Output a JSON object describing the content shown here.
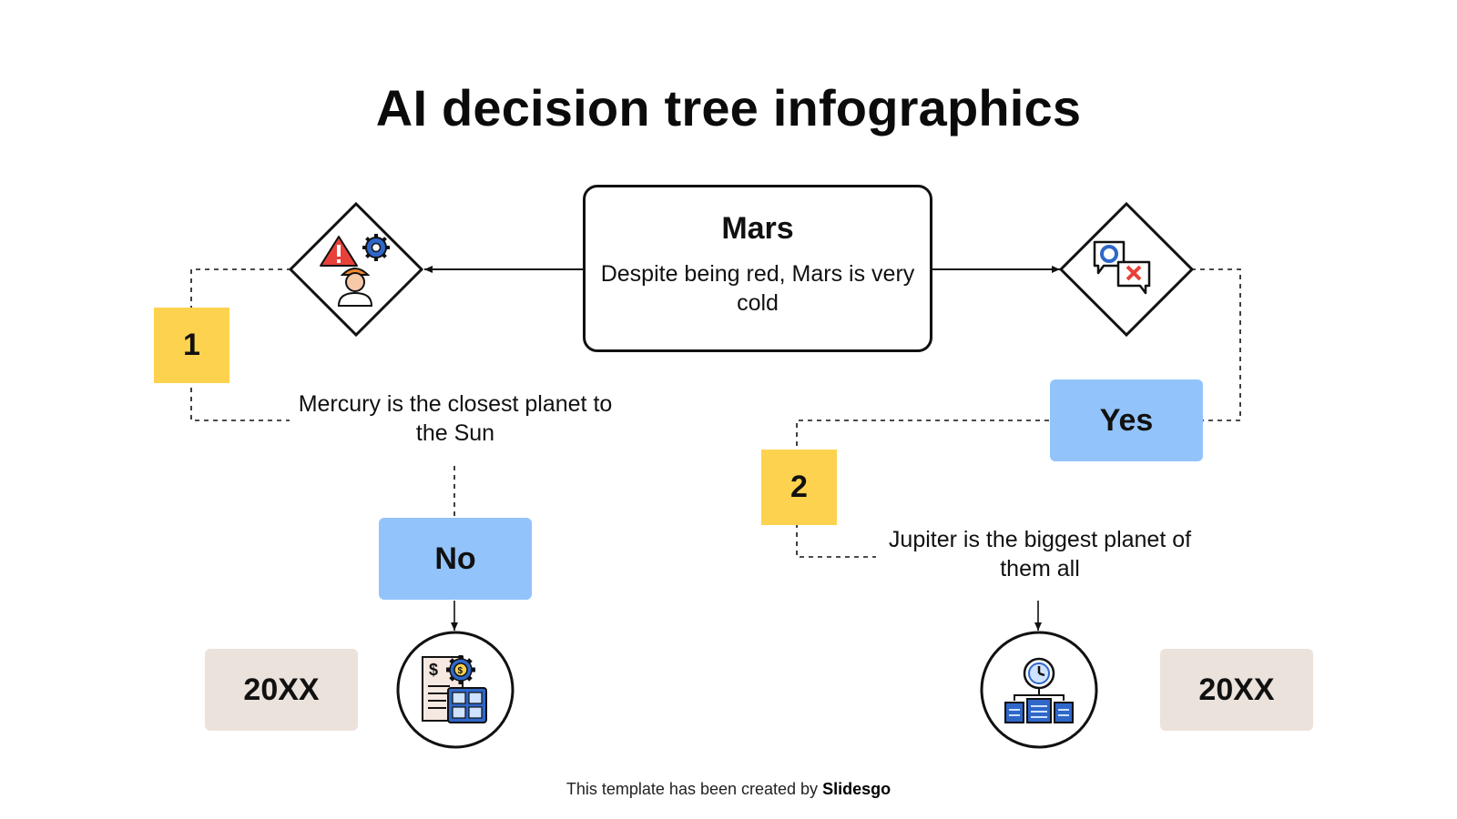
{
  "title": "AI decision tree infographics",
  "center": {
    "heading": "Mars",
    "description": "Despite being red, Mars is very cold"
  },
  "left_branch": {
    "number": "1",
    "description": "Mercury is the closest planet to the Sun",
    "answer": "No",
    "year": "20XX",
    "diamond_icon": "warning-worker-gear-icon",
    "circle_icon": "finance-calculator-gear-icon"
  },
  "right_branch": {
    "number": "2",
    "description": "Jupiter is the biggest planet of them all",
    "answer": "Yes",
    "year": "20XX",
    "diamond_icon": "chat-yes-no-bubbles-icon",
    "circle_icon": "clock-network-icon"
  },
  "footer": {
    "prefix": "This template has been created by",
    "brand": "Slidesgo"
  },
  "colors": {
    "number_bg": "#fdd24e",
    "answer_bg": "#93c3fb",
    "year_bg": "#ebe2dc",
    "outline": "#111111"
  }
}
